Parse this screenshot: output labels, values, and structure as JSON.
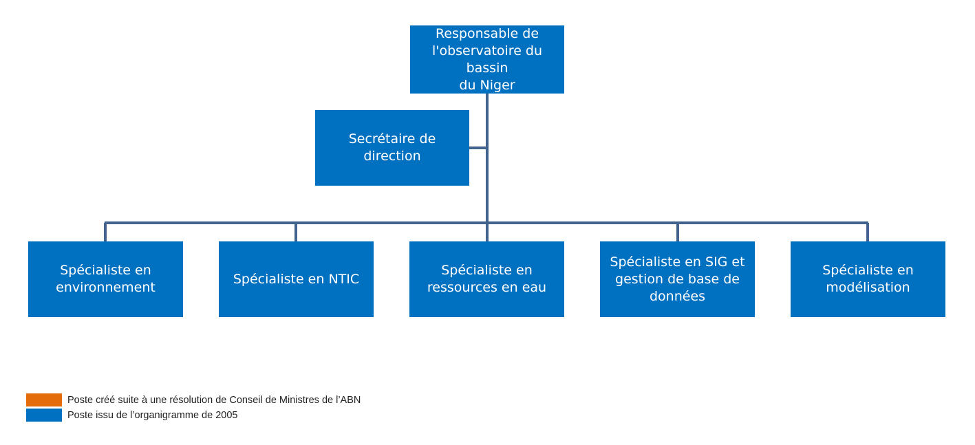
{
  "colors": {
    "box_fill": "#0070C0",
    "connector": "#41638E",
    "legend_orange": "#E46C0A",
    "legend_blue": "#0070C0"
  },
  "org_chart": {
    "head": "Responsable de\nl'observatoire du bassin\ndu Niger",
    "assistant": "Secrétaire de direction",
    "subordinates": [
      "Spécialiste en\nenvironnement",
      "Spécialiste en NTIC",
      "Spécialiste en\nressources en eau",
      "Spécialiste en SIG et\ngestion  de base de\ndonnées",
      "Spécialiste en\nmodélisation"
    ]
  },
  "legend": [
    {
      "label": "Poste créé suite à une résolution de Conseil de Ministres de l’ABN",
      "color": "#E46C0A"
    },
    {
      "label": "Poste issu de l’organigramme de 2005",
      "color": "#0070C0"
    }
  ]
}
